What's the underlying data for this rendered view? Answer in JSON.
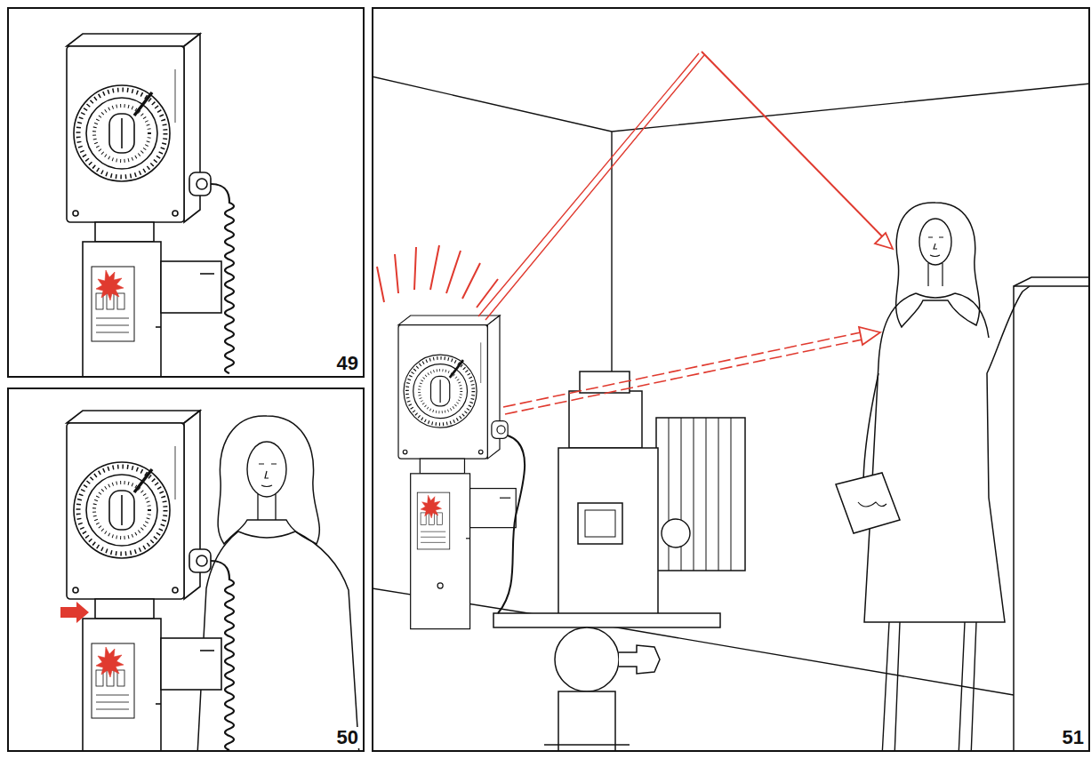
{
  "diagram": {
    "nodes": [
      {
        "text": [
          "49"
        ]
      },
      {
        "text": [
          "50"
        ]
      },
      {
        "text": [
          "51"
        ]
      }
    ]
  }
}
